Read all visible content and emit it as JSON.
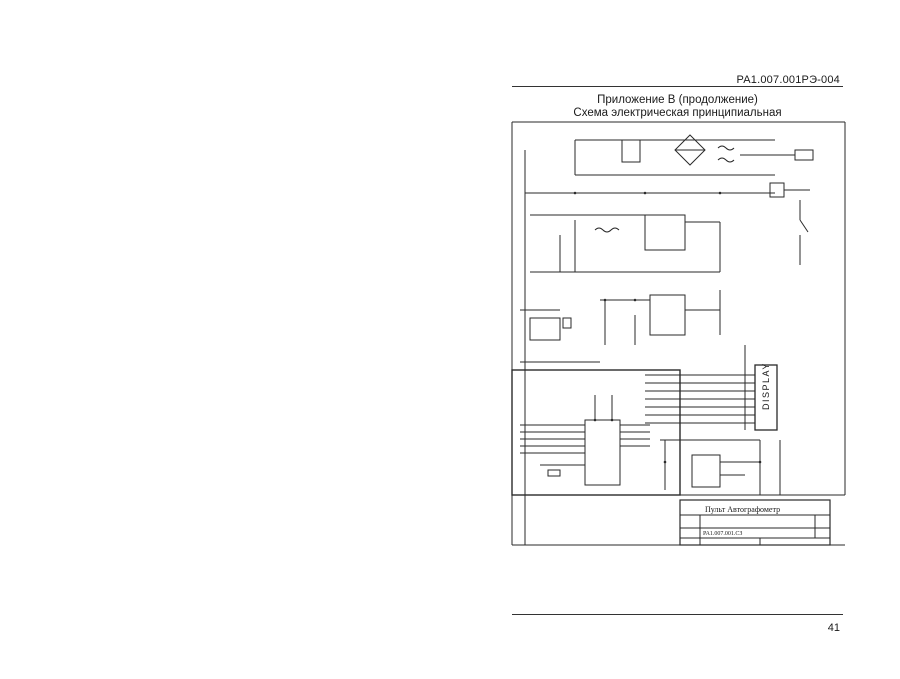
{
  "header": {
    "doc_code": "РА1.007.001РЭ-004"
  },
  "titles": {
    "appendix": "Приложение В (продолжение)",
    "scheme": "Схема электрическая принципиальная"
  },
  "schematic": {
    "display_label": "DISPLAY",
    "title_block": {
      "product_name": "Пульт Автографометр",
      "designation": "РА1.007.001.СЗ"
    }
  },
  "footer": {
    "page_number": "41"
  }
}
